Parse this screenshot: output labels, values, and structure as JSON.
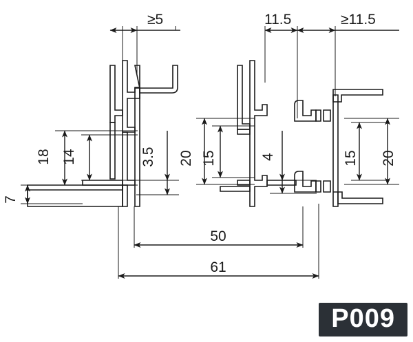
{
  "drawing": {
    "type": "technical-cross-section",
    "title_tag": "P009",
    "units": "mm",
    "dimensions": {
      "top": [
        {
          "id": "dim-ge5",
          "label": "≥5",
          "value": 5,
          "qualifier": "min",
          "orientation": "horizontal"
        },
        {
          "id": "dim-11-5",
          "label": "11.5",
          "value": 11.5,
          "qualifier": "exact",
          "orientation": "horizontal"
        },
        {
          "id": "dim-ge11-5",
          "label": "≥11.5",
          "value": 11.5,
          "qualifier": "min",
          "orientation": "horizontal"
        }
      ],
      "vertical": [
        {
          "id": "dim-18",
          "label": "18",
          "value": 18,
          "orientation": "vertical"
        },
        {
          "id": "dim-14",
          "label": "14",
          "value": 14,
          "orientation": "vertical"
        },
        {
          "id": "dim-7",
          "label": "7",
          "value": 7,
          "orientation": "vertical"
        },
        {
          "id": "dim-3-5",
          "label": "3.5",
          "value": 3.5,
          "orientation": "vertical"
        },
        {
          "id": "dim-20-left",
          "label": "20",
          "value": 20,
          "orientation": "vertical"
        },
        {
          "id": "dim-15-left",
          "label": "15",
          "value": 15,
          "orientation": "vertical"
        },
        {
          "id": "dim-4",
          "label": "4",
          "value": 4,
          "orientation": "vertical"
        },
        {
          "id": "dim-15-right",
          "label": "15",
          "value": 15,
          "orientation": "vertical"
        },
        {
          "id": "dim-20-right",
          "label": "20",
          "value": 20,
          "orientation": "vertical"
        }
      ],
      "bottom": [
        {
          "id": "dim-50",
          "label": "50",
          "value": 50,
          "orientation": "horizontal"
        },
        {
          "id": "dim-61",
          "label": "61",
          "value": 61,
          "orientation": "horizontal"
        }
      ]
    },
    "colors": {
      "line": "#1a1a1a",
      "text": "#1a1a1a",
      "background": "#ffffff",
      "tag_background": "#2b3036",
      "tag_text": "#ffffff"
    }
  }
}
